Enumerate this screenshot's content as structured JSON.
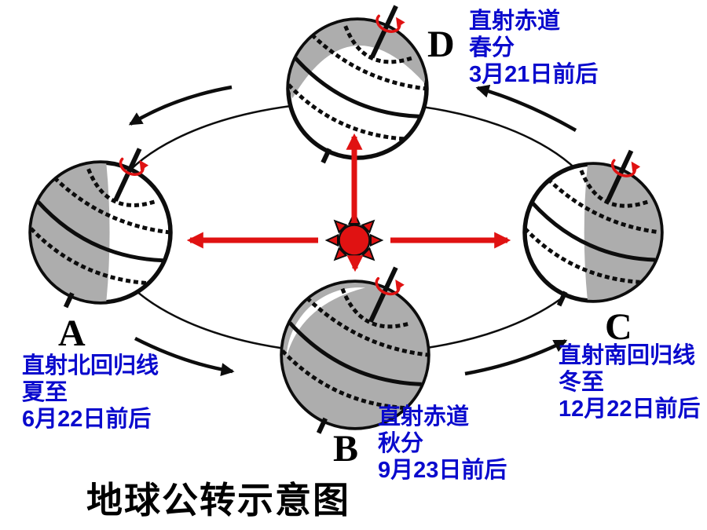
{
  "diagram_title": "地球公转示意图",
  "positions": {
    "d": {
      "letter": "D",
      "annotation": [
        "直射赤道",
        "春分",
        "3月21日前后"
      ]
    },
    "a": {
      "letter": "A",
      "annotation": [
        "直射北回归线",
        "夏至",
        "6月22日前后"
      ]
    },
    "b": {
      "letter": "B",
      "annotation": [
        "直射赤道",
        "秋分",
        "9月23日前后"
      ]
    },
    "c": {
      "letter": "C",
      "annotation": [
        "直射南回归线",
        "冬至",
        "12月22日前后"
      ]
    }
  },
  "colors": {
    "sun_red": "#E01212",
    "annotation_blue": "#0A0ACD",
    "night_shade_gray": "#ADADAD",
    "line_black": "#0D0D0D",
    "background": "#FFFFFF"
  },
  "icons": {
    "sun": "sun-icon",
    "earth_rotation": "rotation-arrow-icon",
    "orbit_direction": "orbit-arrow-icon"
  }
}
